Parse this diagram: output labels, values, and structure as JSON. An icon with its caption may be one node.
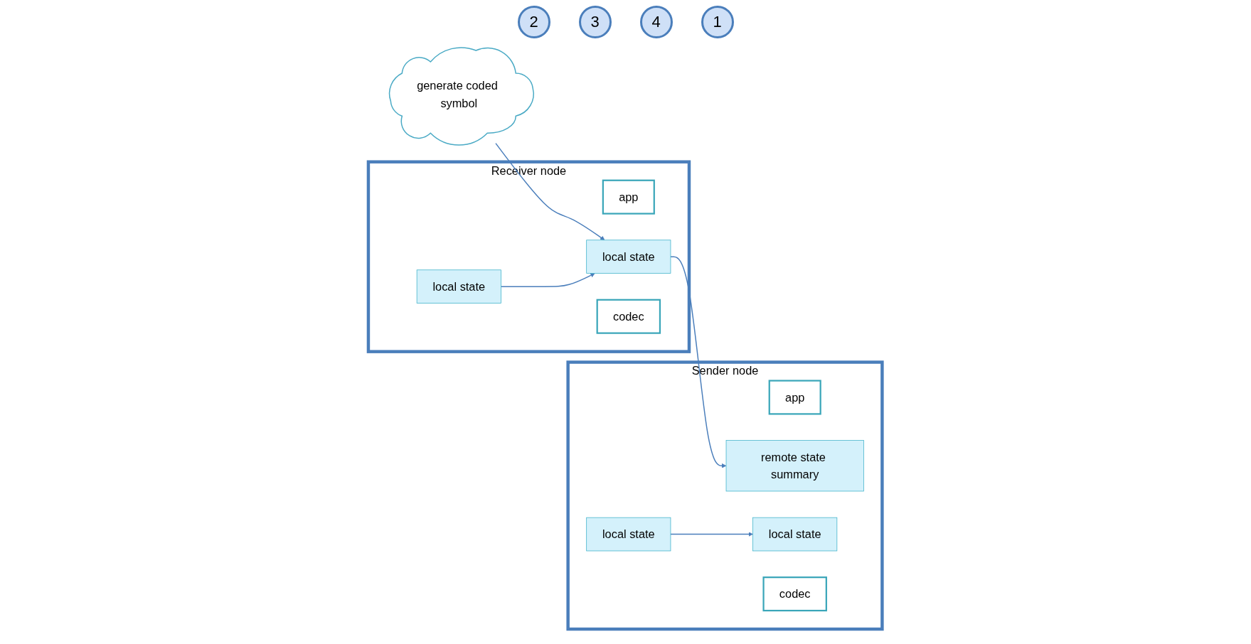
{
  "diagram": {
    "nodes": [
      {
        "text": [
          "Sender node"
        ]
      },
      {
        "text": [
          "app"
        ],
        "in": 0
      },
      {
        "text": [
          "remote state summary"
        ],
        "in": 0
      },
      {
        "text": [
          "local state"
        ],
        "in": 0
      },
      {
        "text": [
          "generate coded symbol"
        ]
      },
      {
        "text": [
          "local state"
        ],
        "in": 0
      },
      {
        "text": [
          "codec"
        ],
        "in": 0
      },
      {
        "text": [
          "Receiver node"
        ]
      },
      {
        "text": [
          "app"
        ],
        "in": 7
      },
      {
        "text": [
          "local state"
        ],
        "in": 7
      },
      {
        "text": [
          "local state"
        ],
        "in": 7
      },
      {
        "text": [
          "codec"
        ],
        "in": 7
      }
    ],
    "edges": [
      {
        "from": 9,
        "to": 2,
        "arrow": "to"
      },
      {
        "from": 4,
        "to": 9,
        "arrow": "to"
      },
      {
        "from": 5,
        "to": 3,
        "arrow": "to"
      },
      {
        "from": 10,
        "to": 9,
        "arrow": "to"
      }
    ],
    "labels": [
      "2",
      "3",
      "4",
      "1"
    ]
  }
}
